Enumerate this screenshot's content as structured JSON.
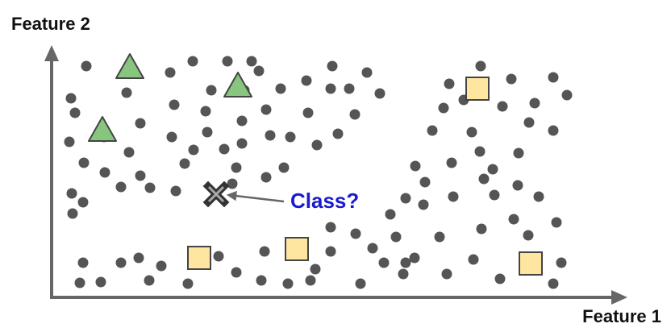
{
  "labels": {
    "x_axis": "Feature 1",
    "y_axis": "Feature 2",
    "query": "Class?"
  },
  "colors": {
    "axis": "#666666",
    "dot": "#555555",
    "triangle_fill": "#88c57f",
    "square_fill": "#ffe6a0",
    "shape_stroke": "#444444",
    "query_marker": "#333333",
    "query_label": "#1a1ad0"
  },
  "legend_items": [
    {
      "class": "triangle",
      "icon": "triangle-icon"
    },
    {
      "class": "square",
      "icon": "square-icon"
    },
    {
      "class": "unlabeled",
      "icon": "dot-icon"
    },
    {
      "class": "query",
      "icon": "x-mark-icon"
    }
  ]
}
